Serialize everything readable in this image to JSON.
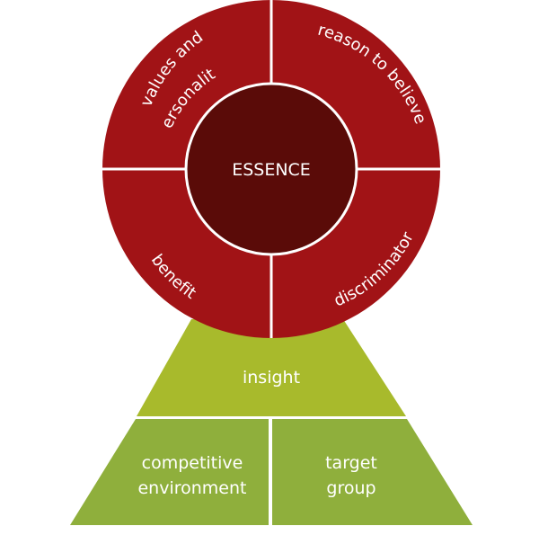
{
  "diagram": {
    "colors": {
      "ring": "#a11316",
      "essence": "#5a0b08",
      "insight": "#a8ba2c",
      "base": "#8faf3c",
      "divider": "#ffffff"
    },
    "essence": "ESSENCE",
    "segments": {
      "values": "values and",
      "personality": "personality",
      "reason": "reason to believe",
      "benefit": "benefit",
      "discriminator": "discriminator"
    },
    "insight": "insight",
    "competitive": {
      "line1": "competitive",
      "line2": "environment"
    },
    "target": {
      "line1": "target",
      "line2": "group"
    }
  }
}
